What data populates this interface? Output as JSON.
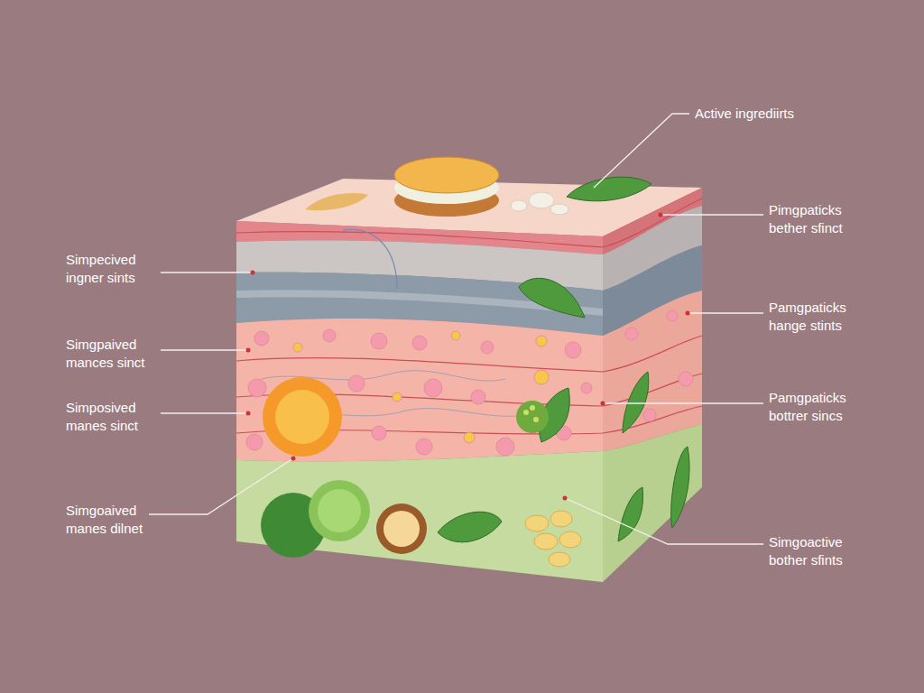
{
  "diagram": {
    "labels": [
      "Active ingrediirts",
      "Pimgpaticks bether sfinct",
      "Simpecived ingner sints",
      "Pamgpaticks hange stints",
      "Simgpaived mances sinct",
      "Pamgpaticks bottrer sincs",
      "Simposived manes sinct",
      "Simgoaived manes dilnet",
      "Simgoactive bother sfints"
    ]
  }
}
